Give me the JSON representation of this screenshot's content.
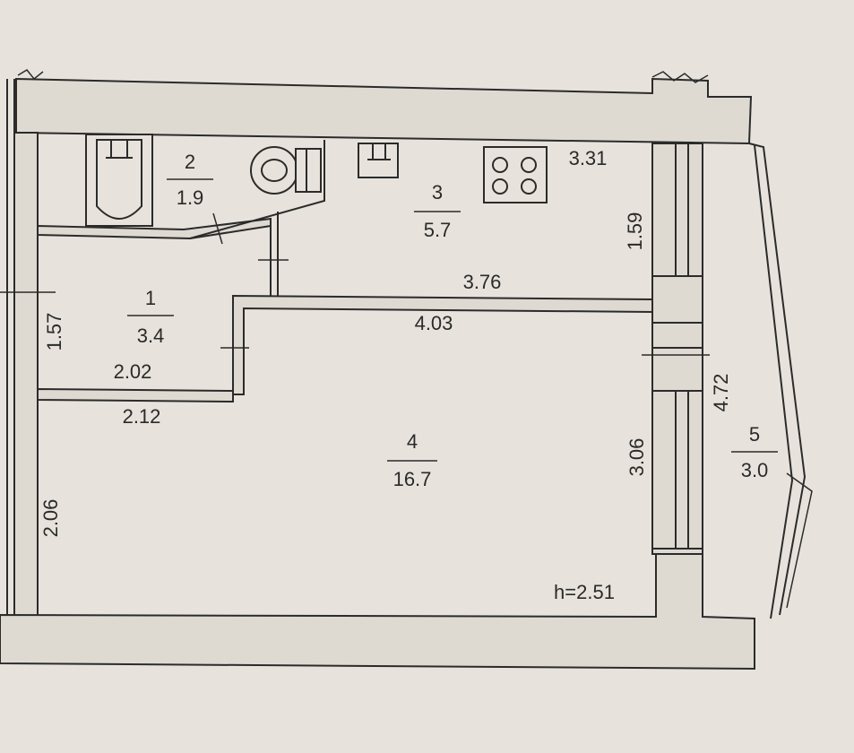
{
  "rooms": [
    {
      "number": "1",
      "area": "3.4"
    },
    {
      "number": "2",
      "area": "1.9"
    },
    {
      "number": "3",
      "area": "5.7"
    },
    {
      "number": "4",
      "area": "16.7"
    },
    {
      "number": "5",
      "area": "3.0"
    }
  ],
  "dimensions": {
    "kitchen_width": "3.31",
    "kitchen_depth": "1.59",
    "partition_upper": "3.76",
    "room4_width": "4.03",
    "hall_depth": "1.57",
    "hall_width_inner": "2.02",
    "hall_width_outer": "2.12",
    "room4_left_depth": "2.06",
    "room4_right_depth": "3.06",
    "balcony_length": "4.72"
  },
  "ceiling_height": "h=2.51",
  "colors": {
    "paper": "#e7e3dc",
    "ink": "#2b2b2b"
  },
  "icons": [
    "bathtub-icon",
    "toilet-icon",
    "sink-icon",
    "stove-icon"
  ]
}
